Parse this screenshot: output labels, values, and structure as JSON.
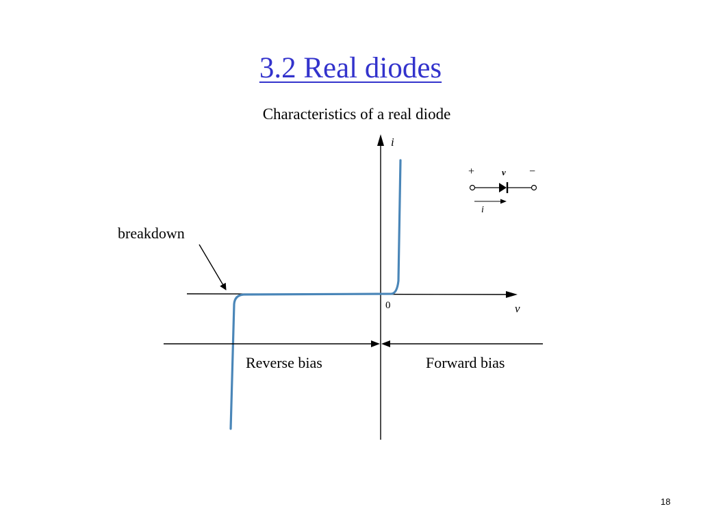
{
  "slide": {
    "title": "3.2 Real diodes",
    "subtitle": "Characteristics of a real diode",
    "page_number": "18"
  },
  "graph": {
    "y_axis_label": "i",
    "x_axis_label": "v",
    "origin_label": "0",
    "curve_color": "#4a86b8",
    "annotation": "breakdown",
    "regions": {
      "reverse": "Reverse bias",
      "forward": "Forward bias"
    }
  },
  "symbol": {
    "plus": "+",
    "minus": "−",
    "voltage": "v",
    "current": "i"
  }
}
